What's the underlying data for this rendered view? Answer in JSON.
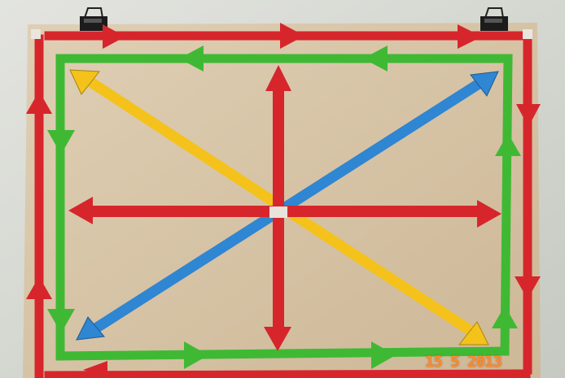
{
  "scene": {
    "colors": {
      "wall": "#d6d8d2",
      "board": "#d9c7aa",
      "red_tape": "#d6262c",
      "green_tape": "#3fb934",
      "yellow_tape": "#f4c21a",
      "blue_tape": "#2f86d2",
      "clip": "#1c1c1c"
    },
    "items": [
      "binder-clip-left",
      "binder-clip-right",
      "red-outer-loop-tape",
      "green-inner-loop-tape",
      "yellow-diagonal-tape",
      "blue-diagonal-tape",
      "red-horizontal-double-arrow",
      "red-vertical-double-arrow"
    ]
  },
  "timestamp": "15 5 2013"
}
